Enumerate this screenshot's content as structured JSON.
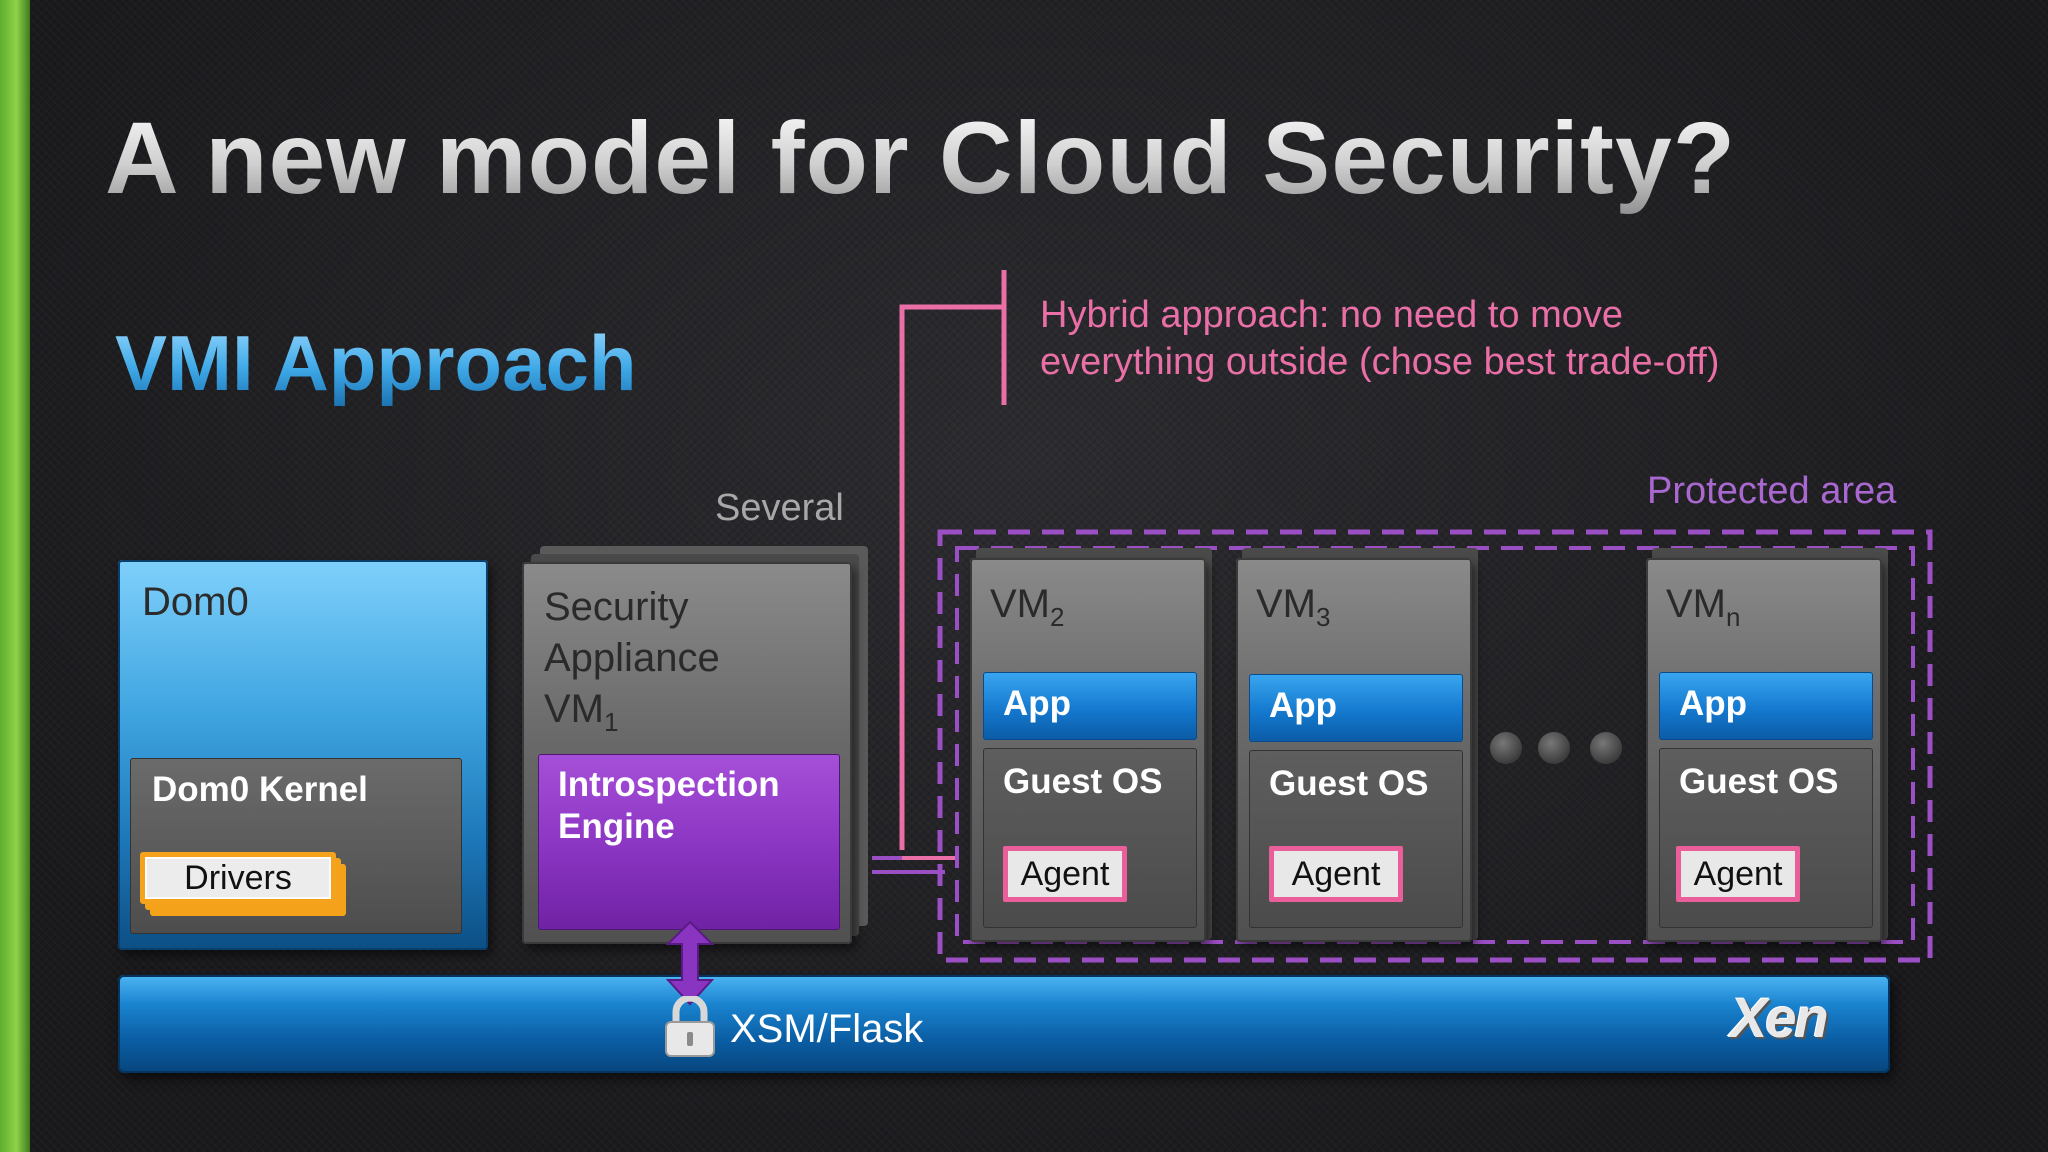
{
  "slide": {
    "title": "A new model for Cloud Security?",
    "subtitle": "VMI Approach"
  },
  "callout": {
    "line1": "Hybrid approach: no need to move",
    "line2": "everything outside (chose best trade-off)"
  },
  "labels": {
    "several": "Several",
    "protected_area": "Protected area"
  },
  "dom0": {
    "title": "Dom0",
    "kernel": "Dom0 Kernel",
    "drivers": "Drivers"
  },
  "security_appliance": {
    "line1": "Security",
    "line2": "Appliance",
    "vm_label": "VM",
    "vm_sub": "1",
    "engine_line1": "Introspection",
    "engine_line2": "Engine"
  },
  "vms": [
    {
      "name": "VM",
      "sub": "2",
      "app": "App",
      "os": "Guest OS",
      "agent": "Agent"
    },
    {
      "name": "VM",
      "sub": "3",
      "app": "App",
      "os": "Guest OS",
      "agent": "Agent"
    },
    {
      "name": "VM",
      "sub": "n",
      "app": "App",
      "os": "Guest OS",
      "agent": "Agent"
    }
  ],
  "hypervisor": {
    "label": "XSM/Flask",
    "logo": "Xen"
  },
  "colors": {
    "accent_green": "#7cc63a",
    "callout_pink": "#e96fa6",
    "protected_purple": "#9b4fc4",
    "dom0_blue": "#3ea4e0",
    "engine_purple": "#8a34c2",
    "driver_orange": "#f5a21c"
  },
  "icons": [
    "lock-icon",
    "double-arrow-icon",
    "ellipsis-dots-icon",
    "xen-logo"
  ]
}
